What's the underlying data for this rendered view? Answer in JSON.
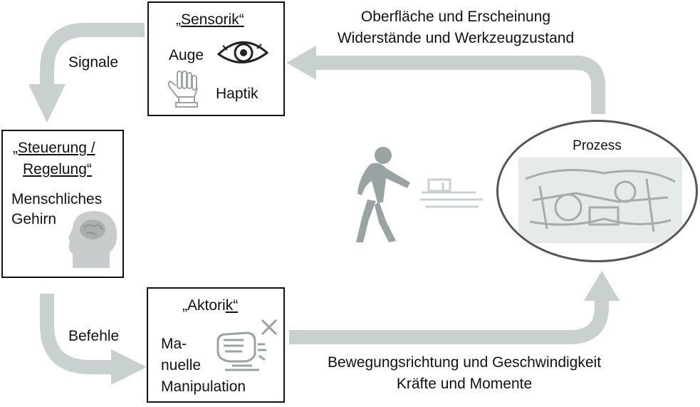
{
  "sensorik": {
    "title_prefix": "„",
    "title_under": "Sensorik",
    "title_suffix": "“",
    "auge": "Auge",
    "haptik": "Haptik"
  },
  "steuerung": {
    "line1": "„Steuerung /",
    "line2": "Regelung“",
    "body_line1": "Menschliches",
    "body_line2": "Gehirn"
  },
  "aktorik": {
    "title_prefix": "„",
    "title_main": "Aktori",
    "title_under": "k“",
    "line1": "Ma-",
    "line2": "nuelle",
    "line3": "Manipulation"
  },
  "prozess": {
    "label": "Prozess"
  },
  "labels": {
    "signale": "Signale",
    "befehle": "Befehle",
    "feedback_line1": "Oberfläche und Erscheinung",
    "feedback_line2": "Widerstände und Werkzeugzustand",
    "action_line1": "Bewegungsrichtung und Geschwindigkeit",
    "action_line2": "Kräfte und Momente"
  },
  "colors": {
    "arrow": "#c9d0d0",
    "border": "#111111",
    "figure": "#9aa3a3"
  },
  "icons": [
    "eye-icon",
    "glove-icon",
    "brain-head-icon",
    "hand-manipulation-icon",
    "worker-figure-icon",
    "engine-photo-icon"
  ]
}
